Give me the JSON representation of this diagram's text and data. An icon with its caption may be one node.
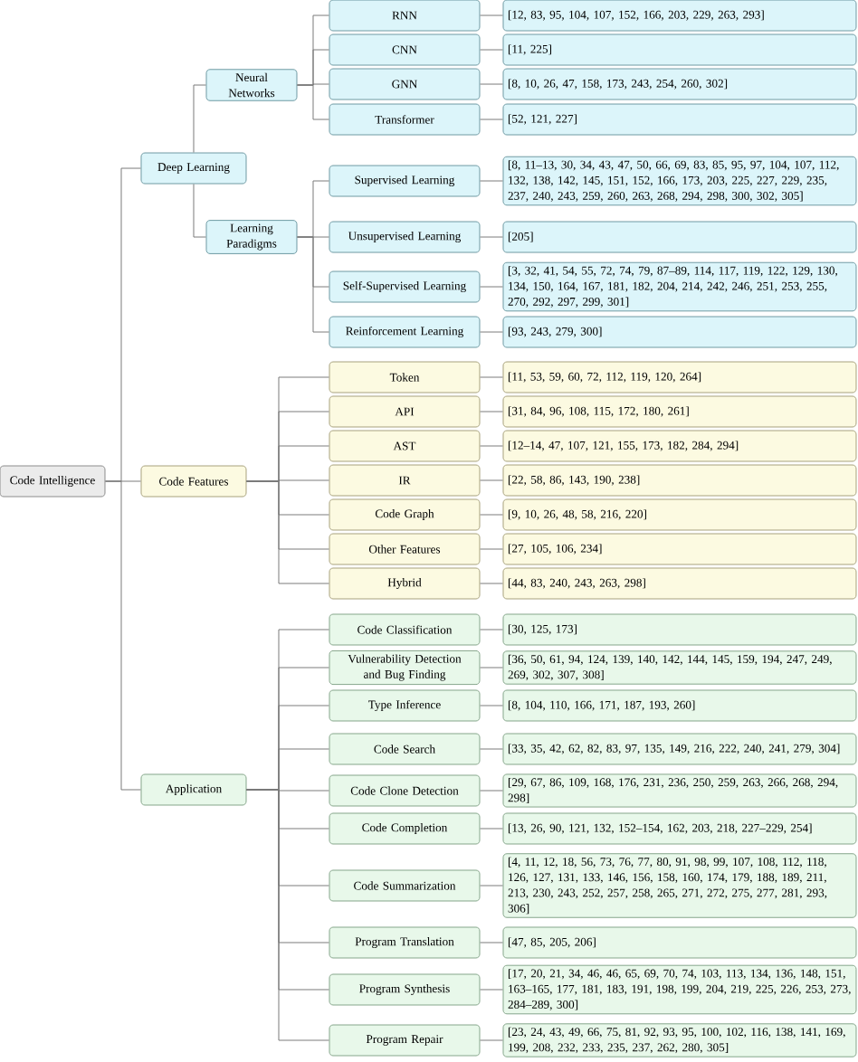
{
  "diagram": {
    "nodes": [
      {
        "text": [
          "Code Intelligence"
        ]
      },
      {
        "text": [
          "Deep Learning"
        ]
      },
      {
        "text": [
          "Neural Networks"
        ]
      },
      {
        "text": [
          "RNN"
        ]
      },
      {
        "text": [
          "[12, 83, 95, 104, 107, 152, 166, 203, 229, 263, 293]"
        ]
      },
      {
        "text": [
          "CNN"
        ]
      },
      {
        "text": [
          "[11, 225]"
        ]
      },
      {
        "text": [
          "GNN"
        ]
      },
      {
        "text": [
          "[8, 10, 26, 47, 158, 173, 243, 254, 260, 302]"
        ]
      },
      {
        "text": [
          "Transformer"
        ]
      },
      {
        "text": [
          "[52, 121, 227]"
        ]
      },
      {
        "text": [
          "Learning Paradigms"
        ]
      },
      {
        "text": [
          "Supervised Learning"
        ]
      },
      {
        "text": [
          "[8, 11–13, 30, 34, 43, 47, 50, 66, 69, 83, 85, 95, 97, 104, 107, 112, 132, 138, 142, 145, 151, 152, 166, 173, 203, 225, 227, 229, 235, 237, 240, 243, 259, 260, 263, 268, 294, 298, 300, 302, 305]"
        ]
      },
      {
        "text": [
          "Unsupervised Learning"
        ]
      },
      {
        "text": [
          "[205]"
        ]
      },
      {
        "text": [
          "Self-Supervised Learning"
        ]
      },
      {
        "text": [
          "[3, 32, 41, 54, 55, 72, 74, 79, 87–89, 114, 117, 119, 122, 129, 130, 134, 150, 164, 167, 181, 182, 204, 214, 242, 246, 251, 253, 255, 270, 292, 297, 299, 301]"
        ]
      },
      {
        "text": [
          "Reinforcement Learning"
        ]
      },
      {
        "text": [
          "[93, 243, 279, 300]"
        ]
      },
      {
        "text": [
          "Code Features"
        ]
      },
      {
        "text": [
          "Token"
        ]
      },
      {
        "text": [
          "[11, 53, 59, 60, 72, 112, 119, 120, 264]"
        ]
      },
      {
        "text": [
          "API"
        ]
      },
      {
        "text": [
          "[31, 84, 96, 108, 115, 172, 180, 261]"
        ]
      },
      {
        "text": [
          "AST"
        ]
      },
      {
        "text": [
          "[12–14, 47, 107, 121, 155, 173, 182, 284, 294]"
        ]
      },
      {
        "text": [
          "IR"
        ]
      },
      {
        "text": [
          "[22, 58, 86, 143, 190, 238]"
        ]
      },
      {
        "text": [
          "Code Graph"
        ]
      },
      {
        "text": [
          "[9, 10, 26, 48, 58, 216, 220]"
        ]
      },
      {
        "text": [
          "Other Features"
        ]
      },
      {
        "text": [
          "[27, 105, 106, 234]"
        ]
      },
      {
        "text": [
          "Hybrid"
        ]
      },
      {
        "text": [
          "[44, 83, 240, 243, 263, 298]"
        ]
      },
      {
        "text": [
          "Application"
        ]
      },
      {
        "text": [
          "Code Classification"
        ]
      },
      {
        "text": [
          "[30, 125, 173]"
        ]
      },
      {
        "text": [
          "Vulnerability Detection and Bug Finding"
        ]
      },
      {
        "text": [
          "[36, 50, 61, 94, 124, 139, 140, 142, 144, 145, 159, 194, 247, 249, 269, 302, 307, 308]"
        ]
      },
      {
        "text": [
          "Type Inference"
        ]
      },
      {
        "text": [
          "[8, 104, 110, 166, 171, 187, 193, 260]"
        ]
      },
      {
        "text": [
          "Code Search"
        ]
      },
      {
        "text": [
          "[33, 35, 42, 62, 82, 83, 97, 135, 149, 216, 222, 240, 241, 279, 304]"
        ]
      },
      {
        "text": [
          "Code Clone Detection"
        ]
      },
      {
        "text": [
          "[29, 67, 86, 109, 168, 176, 231, 236, 250, 259, 263, 266, 268, 294, 298]"
        ]
      },
      {
        "text": [
          "Code Completion"
        ]
      },
      {
        "text": [
          "[13, 26, 90, 121, 132, 152–154, 162, 203, 218, 227–229, 254]"
        ]
      },
      {
        "text": [
          "Code Summarization"
        ]
      },
      {
        "text": [
          "[4, 11, 12, 18, 56, 73, 76, 77, 80, 91, 98, 99, 107, 108, 112, 118, 126, 127, 131, 133, 146, 156, 158, 160, 174, 179, 188, 189, 211, 213, 230, 243, 252, 257, 258, 265, 271, 272, 275, 277, 281, 293, 306]"
        ]
      },
      {
        "text": [
          "Program Translation"
        ]
      },
      {
        "text": [
          "[47, 85, 205, 206]"
        ]
      },
      {
        "text": [
          "Program Synthesis"
        ]
      },
      {
        "text": [
          "[17, 20, 21, 34, 46, 46, 65, 69, 70, 74, 103, 113, 134, 136, 148, 151, 163–165, 177, 181, 183, 191, 198, 199, 204, 219, 225, 226, 253, 273, 284–289, 300]"
        ]
      },
      {
        "text": [
          "Program Repair"
        ]
      },
      {
        "text": [
          "[23, 24, 43, 49, 66, 75, 81, 92, 93, 95, 100, 102, 116, 138, 141, 169, 199, 208, 232, 233, 235, 237, 262, 280, 305]"
        ]
      }
    ],
    "edges": [
      {
        "from": 0,
        "to": 1,
        "arrow": "none"
      },
      {
        "from": 0,
        "to": 20,
        "arrow": "none"
      },
      {
        "from": 0,
        "to": 35,
        "arrow": "none"
      },
      {
        "from": 1,
        "to": 2,
        "arrow": "none"
      },
      {
        "from": 1,
        "to": 11,
        "arrow": "none"
      },
      {
        "from": 2,
        "to": 3,
        "arrow": "none"
      },
      {
        "from": 2,
        "to": 5,
        "arrow": "none"
      },
      {
        "from": 2,
        "to": 7,
        "arrow": "none"
      },
      {
        "from": 2,
        "to": 9,
        "arrow": "none"
      },
      {
        "from": 3,
        "to": 4,
        "arrow": "none"
      },
      {
        "from": 5,
        "to": 6,
        "arrow": "none"
      },
      {
        "from": 7,
        "to": 8,
        "arrow": "none"
      },
      {
        "from": 9,
        "to": 10,
        "arrow": "none"
      },
      {
        "from": 11,
        "to": 12,
        "arrow": "none"
      },
      {
        "from": 11,
        "to": 14,
        "arrow": "none"
      },
      {
        "from": 11,
        "to": 16,
        "arrow": "none"
      },
      {
        "from": 11,
        "to": 18,
        "arrow": "none"
      },
      {
        "from": 12,
        "to": 13,
        "arrow": "none"
      },
      {
        "from": 14,
        "to": 15,
        "arrow": "none"
      },
      {
        "from": 16,
        "to": 17,
        "arrow": "none"
      },
      {
        "from": 18,
        "to": 19,
        "arrow": "none"
      },
      {
        "from": 20,
        "to": 21,
        "arrow": "none"
      },
      {
        "from": 20,
        "to": 23,
        "arrow": "none"
      },
      {
        "from": 20,
        "to": 25,
        "arrow": "none"
      },
      {
        "from": 20,
        "to": 27,
        "arrow": "none"
      },
      {
        "from": 20,
        "to": 29,
        "arrow": "none"
      },
      {
        "from": 20,
        "to": 31,
        "arrow": "none"
      },
      {
        "from": 20,
        "to": 33,
        "arrow": "none"
      },
      {
        "from": 21,
        "to": 22,
        "arrow": "none"
      },
      {
        "from": 23,
        "to": 24,
        "arrow": "none"
      },
      {
        "from": 25,
        "to": 26,
        "arrow": "none"
      },
      {
        "from": 27,
        "to": 28,
        "arrow": "none"
      },
      {
        "from": 29,
        "to": 30,
        "arrow": "none"
      },
      {
        "from": 31,
        "to": 32,
        "arrow": "none"
      },
      {
        "from": 33,
        "to": 34,
        "arrow": "none"
      },
      {
        "from": 35,
        "to": 36,
        "arrow": "none"
      },
      {
        "from": 35,
        "to": 38,
        "arrow": "none"
      },
      {
        "from": 35,
        "to": 40,
        "arrow": "none"
      },
      {
        "from": 35,
        "to": 42,
        "arrow": "none"
      },
      {
        "from": 35,
        "to": 44,
        "arrow": "none"
      },
      {
        "from": 35,
        "to": 46,
        "arrow": "none"
      },
      {
        "from": 35,
        "to": 48,
        "arrow": "none"
      },
      {
        "from": 35,
        "to": 50,
        "arrow": "none"
      },
      {
        "from": 35,
        "to": 52,
        "arrow": "none"
      },
      {
        "from": 35,
        "to": 54,
        "arrow": "none"
      },
      {
        "from": 36,
        "to": 37,
        "arrow": "none"
      },
      {
        "from": 38,
        "to": 39,
        "arrow": "none"
      },
      {
        "from": 40,
        "to": 41,
        "arrow": "none"
      },
      {
        "from": 42,
        "to": 43,
        "arrow": "none"
      },
      {
        "from": 44,
        "to": 45,
        "arrow": "none"
      },
      {
        "from": 46,
        "to": 47,
        "arrow": "none"
      },
      {
        "from": 48,
        "to": 49,
        "arrow": "none"
      },
      {
        "from": 50,
        "to": 51,
        "arrow": "none"
      },
      {
        "from": 52,
        "to": 53,
        "arrow": "none"
      },
      {
        "from": 54,
        "to": 55,
        "arrow": "none"
      }
    ]
  }
}
